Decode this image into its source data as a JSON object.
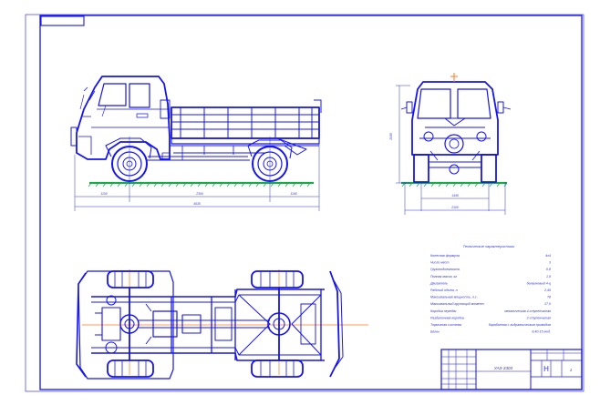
{
  "drawing": {
    "colors": {
      "line": "#1414f0",
      "thin": "#2b34d6",
      "ground": "#1aa84a",
      "axis": "#ff7a1a",
      "sheet": "#ffffff"
    },
    "side_view_dimensions": {
      "front_overhang": "1100",
      "wheelbase": "2300",
      "rear_overhang": "1165",
      "overall_length": "4535"
    },
    "front_view_dimensions": {
      "height": "2045",
      "track": "1445",
      "overall_width": "2100"
    },
    "spec_table": {
      "title": "Технические характеристики",
      "rows": [
        {
          "label": "Колесная формула",
          "value": "4x4"
        },
        {
          "label": "Число мест",
          "value": "3"
        },
        {
          "label": "Грузоподъемность",
          "value": "0,8"
        },
        {
          "label": "Полная масса, кг",
          "value": "1,9"
        },
        {
          "label": "Двигатель",
          "value": "бензиновый 4-ц"
        },
        {
          "label": "Рабочий объем, л",
          "value": "2,45"
        },
        {
          "label": "Максимальная мощность, л.с.",
          "value": "78"
        },
        {
          "label": "Максимальный крутящий момент",
          "value": "17,0"
        },
        {
          "label": "Коробка передач",
          "value": "механическая 4-ступенчатая"
        },
        {
          "label": "Раздаточная коробка",
          "value": "2-ступенчатая"
        },
        {
          "label": "Тормозная система",
          "value": "барабанная с гидравлическим приводом"
        },
        {
          "label": "Шины",
          "value": "8,40-15 мод."
        }
      ]
    },
    "title_block": {
      "designation": "УАЗ-3303",
      "sheet_mark": "Н",
      "sheets": "1"
    }
  }
}
